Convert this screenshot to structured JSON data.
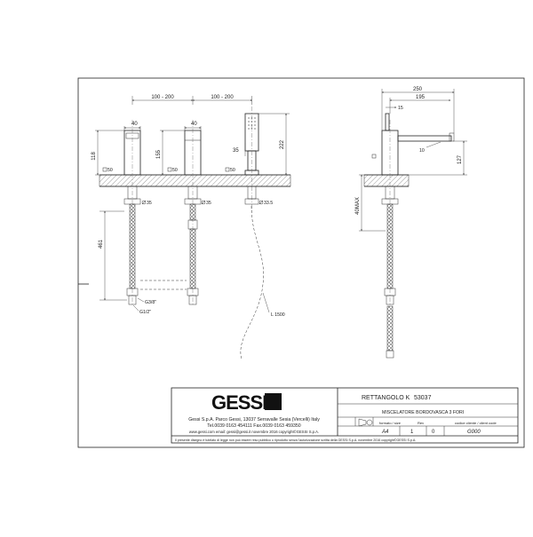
{
  "dims": {
    "spacing_a": "100 - 200",
    "spacing_b": "100 - 200",
    "w40_a": "40",
    "w40_b": "40",
    "h118": "118",
    "h155": "155",
    "h35_shower": "35",
    "h222": "222",
    "sq50_a": "50",
    "sq50_b": "50",
    "sq50_c": "50",
    "d35_a": "35",
    "d35_b": "35",
    "d33_5": "33.5",
    "h461": "461",
    "g3_8": "G3/8\"",
    "g1_2": "G1/2\"",
    "hose_len": "L 1500",
    "w250": "250",
    "w195": "195",
    "w15": "15",
    "d10": "10",
    "h127": "127",
    "max40": "40MAX"
  },
  "titleblock": {
    "logo": "GESSI",
    "address_line1": "Gessi S.p.A. Parco Gessi, 13037 Serravalle Sesia (Vercelli) Italy",
    "address_line2": "Tel.0039 0163 454111 Fax.0039 0163 459350",
    "address_line3": "www.gessi.com email: gessi@gessi.it novembre 2016 copyright©GESSI S.p.A.",
    "legal_note": "Il presente disegno è tutelato di legge non può essere reso pubblico o riprodotto senza l'autorizzazione scritta della GESSI S.p.A. novembre 2016 copyright©GESSI S.p.A.",
    "product_name": "RETTANGOLO K",
    "product_code": "53037",
    "product_desc": "MISCELATORE BORDOVASCA 3 FORI",
    "lbl_format": "formato / size",
    "lbl_rev": "Rev",
    "lbl_client": "codice cliente / client code",
    "format": "A4",
    "scale": "1",
    "rev": "0",
    "client_code": "G000"
  }
}
